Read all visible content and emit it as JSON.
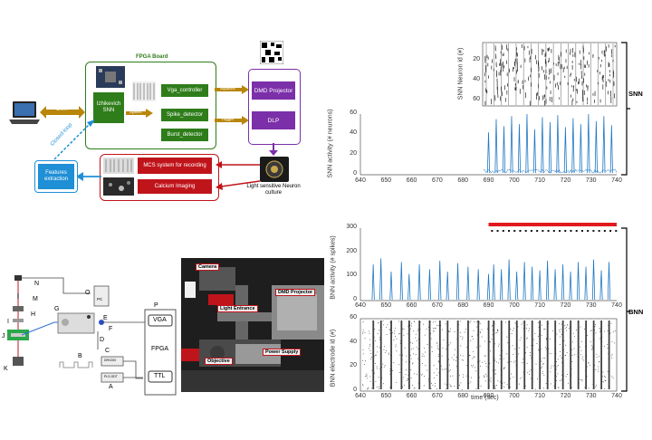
{
  "diagram": {
    "fpga_board_title": "FPGA Board",
    "izhikevich": "Izhikevich SNN",
    "vga_controller": "Vga_controller",
    "spike_detector": "Spike_detector",
    "burst_detector": "Burst_detector",
    "spikes": "Spikes",
    "uart": "UART",
    "squares": "Squares",
    "trigger": "Trigger",
    "dmd_projector": "DMD Projector",
    "dlp": "DLP",
    "closed_loop": "Closed-loop",
    "features_extraction": "Features extraction",
    "mcs_system": "MCS system for recording",
    "calcium_imaging": "Calcium Imaging",
    "neuron_culture": "Light sensitive Neuron culture",
    "colors": {
      "green": "#2e7d1a",
      "purple": "#7b2fa8",
      "red": "#c0141b",
      "blue": "#1f8fd6",
      "gold": "#b8860b"
    }
  },
  "setup": {
    "letters": [
      "N",
      "M",
      "H",
      "I",
      "J",
      "K",
      "O",
      "G",
      "E",
      "F",
      "D",
      "C",
      "B",
      "A",
      "P"
    ],
    "pc": "PC",
    "vga": "VGA",
    "fpga": "FPGA",
    "ttl": "TTL",
    "drv": "DRV200",
    "pls": "PLS-SDT"
  },
  "photo": {
    "camera": "Camera",
    "light_entrance": "Light Entrance",
    "dmd_projector": "DMD Projector",
    "objective": "Objective",
    "power_supply": "Power Supply"
  },
  "chart_data": [
    {
      "type": "scatter",
      "panel": "SNN raster",
      "ylabel": "SNN Neuron id (#)",
      "ytick_labels": [
        "20",
        "40",
        "60"
      ],
      "x_range": [
        688,
        740
      ]
    },
    {
      "type": "line",
      "panel": "SNN activity",
      "ylabel": "SNN activity (# neurons)",
      "xlim": [
        640,
        740
      ],
      "ylim": [
        0,
        60
      ],
      "xtick_labels": [
        "640",
        "650",
        "660",
        "670",
        "680",
        "690",
        "700",
        "710",
        "720",
        "730",
        "740"
      ],
      "ytick_labels": [
        "0",
        "20",
        "40",
        "60"
      ],
      "peaks": [
        {
          "x": 690,
          "y": 42
        },
        {
          "x": 693,
          "y": 55
        },
        {
          "x": 696,
          "y": 48
        },
        {
          "x": 699,
          "y": 58
        },
        {
          "x": 702,
          "y": 50
        },
        {
          "x": 705,
          "y": 60
        },
        {
          "x": 708,
          "y": 45
        },
        {
          "x": 711,
          "y": 57
        },
        {
          "x": 714,
          "y": 52
        },
        {
          "x": 717,
          "y": 59
        },
        {
          "x": 720,
          "y": 47
        },
        {
          "x": 723,
          "y": 56
        },
        {
          "x": 726,
          "y": 50
        },
        {
          "x": 729,
          "y": 60
        },
        {
          "x": 732,
          "y": 53
        },
        {
          "x": 735,
          "y": 58
        },
        {
          "x": 738,
          "y": 49
        }
      ]
    },
    {
      "type": "line",
      "panel": "BNN activity",
      "ylabel": "BNN activity (# spikes)",
      "xlim": [
        640,
        740
      ],
      "ylim": [
        0,
        300
      ],
      "xtick_labels": [
        "640",
        "650",
        "660",
        "670",
        "680",
        "690",
        "700",
        "710",
        "720",
        "730",
        "740"
      ],
      "ytick_labels": [
        "0",
        "100",
        "200",
        "300"
      ],
      "stim_range": [
        690,
        740
      ],
      "peaks": [
        {
          "x": 645,
          "y": 150
        },
        {
          "x": 648,
          "y": 175
        },
        {
          "x": 652,
          "y": 120
        },
        {
          "x": 656,
          "y": 160
        },
        {
          "x": 659,
          "y": 110
        },
        {
          "x": 663,
          "y": 150
        },
        {
          "x": 667,
          "y": 130
        },
        {
          "x": 671,
          "y": 165
        },
        {
          "x": 674,
          "y": 120
        },
        {
          "x": 678,
          "y": 155
        },
        {
          "x": 682,
          "y": 140
        },
        {
          "x": 686,
          "y": 130
        },
        {
          "x": 690,
          "y": 110
        },
        {
          "x": 692,
          "y": 150
        },
        {
          "x": 695,
          "y": 130
        },
        {
          "x": 698,
          "y": 170
        },
        {
          "x": 701,
          "y": 120
        },
        {
          "x": 704,
          "y": 160
        },
        {
          "x": 707,
          "y": 140
        },
        {
          "x": 710,
          "y": 125
        },
        {
          "x": 713,
          "y": 165
        },
        {
          "x": 716,
          "y": 130
        },
        {
          "x": 719,
          "y": 150
        },
        {
          "x": 722,
          "y": 120
        },
        {
          "x": 725,
          "y": 160
        },
        {
          "x": 728,
          "y": 140
        },
        {
          "x": 731,
          "y": 170
        },
        {
          "x": 734,
          "y": 125
        },
        {
          "x": 737,
          "y": 160
        }
      ]
    },
    {
      "type": "scatter",
      "panel": "BNN raster",
      "ylabel": "BNN electrode id (#)",
      "xlabel": "time (sec)",
      "xlim": [
        640,
        740
      ],
      "ylim": [
        0,
        60
      ],
      "xtick_labels": [
        "640",
        "650",
        "660",
        "670",
        "680",
        "690",
        "700",
        "710",
        "720",
        "730",
        "740"
      ],
      "ytick_labels": [
        "0",
        "20",
        "40",
        "60"
      ]
    }
  ],
  "brackets": {
    "snn": "SNN",
    "bnn": "BNN"
  }
}
